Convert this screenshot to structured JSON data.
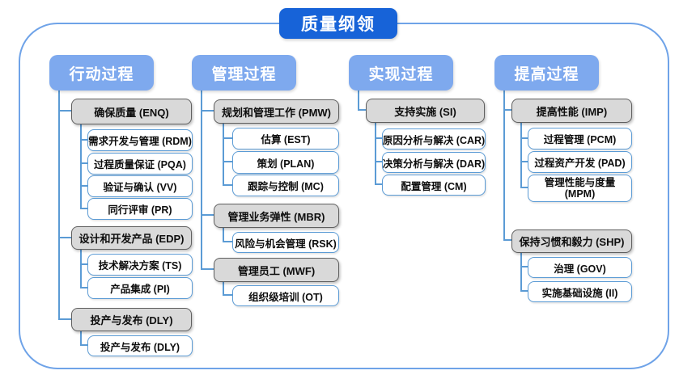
{
  "title": "质量纲领",
  "colors": {
    "title_bg": "#1763D8",
    "header_bg": "#7EA9EE",
    "gray_node_fill": "#D9D9D9",
    "gray_node_border": "#5F5F5F",
    "white_node_border": "#5B9BD5",
    "connector": "#5B9BD5",
    "frame_border": "#6FA3E8"
  },
  "columns": [
    {
      "label": "行动过程",
      "groups": [
        {
          "label": "确保质量 (ENQ)",
          "children": [
            "需求开发与管理 (RDM)",
            "过程质量保证 (PQA)",
            "验证与确认 (VV)",
            "同行评审 (PR)"
          ]
        },
        {
          "label": "设计和开发产品 (EDP)",
          "children": [
            "技术解决方案 (TS)",
            "产品集成 (PI)"
          ]
        },
        {
          "label": "投产与发布 (DLY)",
          "children": [
            "投产与发布 (DLY)"
          ]
        }
      ]
    },
    {
      "label": "管理过程",
      "groups": [
        {
          "label": "规划和管理工作 (PMW)",
          "children": [
            "估算 (EST)",
            "策划 (PLAN)",
            "跟踪与控制 (MC)"
          ]
        },
        {
          "label": "管理业务弹性 (MBR)",
          "children": [
            "风险与机会管理 (RSK)"
          ]
        },
        {
          "label": "管理员工 (MWF)",
          "children": [
            "组织级培训 (OT)"
          ]
        }
      ]
    },
    {
      "label": "实现过程",
      "groups": [
        {
          "label": "支持实施 (SI)",
          "children": [
            "原因分析与解决 (CAR)",
            "决策分析与解决 (DAR)",
            "配置管理 (CM)"
          ]
        }
      ]
    },
    {
      "label": "提高过程",
      "groups": [
        {
          "label": "提高性能 (IMP)",
          "children": [
            "过程管理 (PCM)",
            "过程资产开发 (PAD)",
            "管理性能与度量 (MPM)"
          ]
        },
        {
          "label": "保持习惯和毅力 (SHP)",
          "children": [
            "治理 (GOV)",
            "实施基础设施 (II)"
          ]
        }
      ]
    }
  ]
}
